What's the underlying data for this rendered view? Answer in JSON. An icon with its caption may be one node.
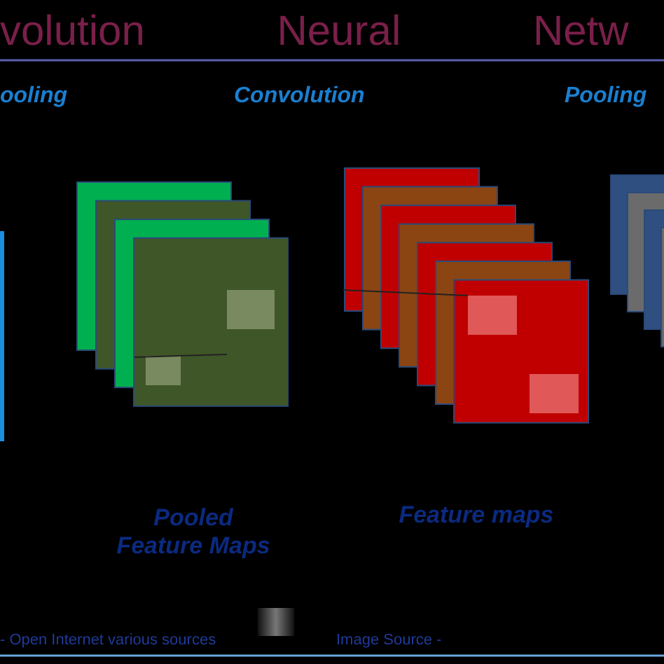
{
  "diagram": {
    "title": "volution Neural Netw",
    "labels": [
      "ooling",
      "Convolution",
      "Pooling",
      "Pooled Feature Maps",
      "Feature maps",
      "- Open Internet  various sources",
      "Image Source -"
    ]
  }
}
